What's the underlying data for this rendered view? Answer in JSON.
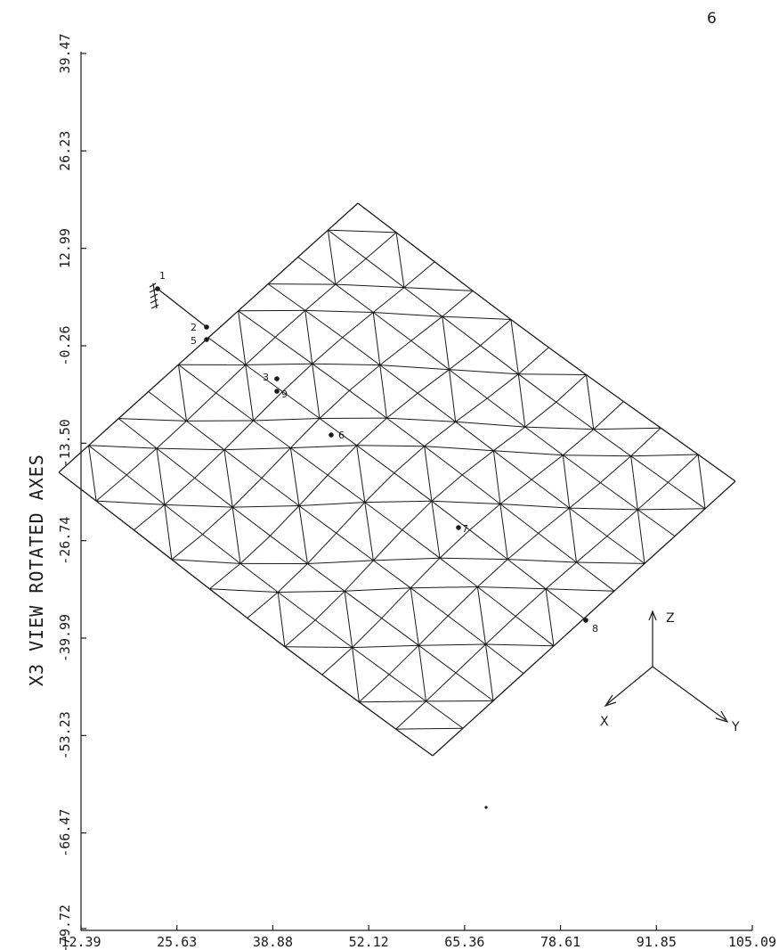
{
  "page_number": "6",
  "view_title": "X3 VIEW  ROTATED AXES",
  "y_ticks": [
    "39.47",
    "26.23",
    "12.99",
    "-0.26",
    "-13.50",
    "-26.74",
    "-39.99",
    "-53.23",
    "-66.47",
    "-79.72"
  ],
  "x_ticks": [
    "12.39",
    "25.63",
    "38.88",
    "52.12",
    "65.36",
    "78.61",
    "91.85",
    "105.09"
  ],
  "nodes": [
    {
      "label": "1"
    },
    {
      "label": "2"
    },
    {
      "label": "5"
    },
    {
      "label": "3"
    },
    {
      "label": "9"
    },
    {
      "label": "6"
    },
    {
      "label": "7"
    },
    {
      "label": "8"
    }
  ],
  "triad": {
    "z": "Z",
    "x": "X",
    "y": "Y"
  },
  "colors": {
    "ink": "#1a1a1a",
    "paper": "#ffffff"
  }
}
